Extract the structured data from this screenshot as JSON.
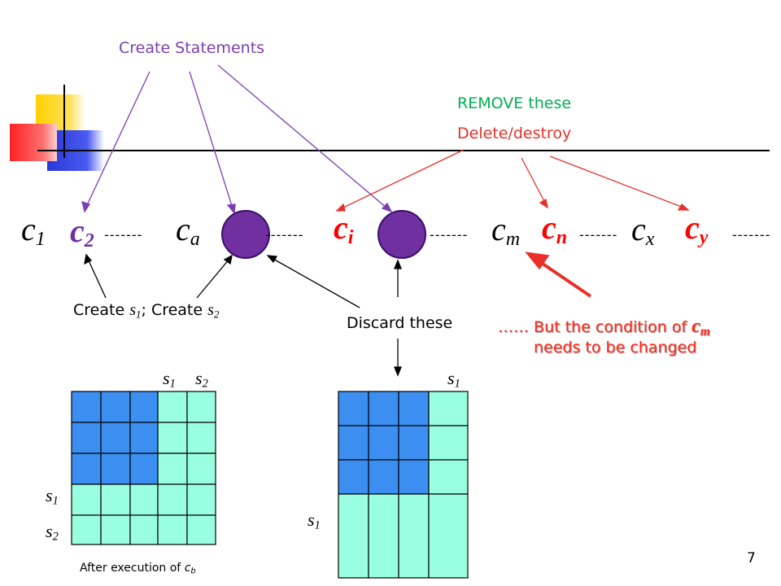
{
  "header_label": "Create Statements",
  "remove_label": "REMOVE these",
  "delete_label": "Delete/destroy",
  "sequence": {
    "c1": {
      "base": "c",
      "sub": "1"
    },
    "c2": {
      "base": "c",
      "sub": "2"
    },
    "ca": {
      "base": "c",
      "sub": "a"
    },
    "ci": {
      "base": "c",
      "sub": "i"
    },
    "cm": {
      "base": "c",
      "sub": "m"
    },
    "cn": {
      "base": "c",
      "sub": "n"
    },
    "cx": {
      "base": "c",
      "sub": "x"
    },
    "cy": {
      "base": "c",
      "sub": "y"
    },
    "dashes": "-------"
  },
  "create_note": {
    "create": "Create",
    "s": "s",
    "one": "1",
    "sep": ";",
    "two": "2"
  },
  "discard_label": "Discard these",
  "condition_note": {
    "line1_prefix": "…… But the condition of",
    "c": "c",
    "m": "m",
    "line2": "needs to be changed"
  },
  "grid_left": {
    "col_labels": [
      {
        "s": "s",
        "sub": "1"
      },
      {
        "s": "s",
        "sub": "2"
      }
    ],
    "row_labels": [
      {
        "s": "s",
        "sub": "1"
      },
      {
        "s": "s",
        "sub": "2"
      }
    ],
    "caption_prefix": "After execution of",
    "caption_c": "c",
    "caption_sub": "b"
  },
  "grid_right": {
    "col_label": {
      "s": "s",
      "sub": "1"
    },
    "row_label": {
      "s": "s",
      "sub": "1"
    }
  },
  "page_number": "7",
  "colors": {
    "purple": "#7030a0",
    "green": "#00b050",
    "red": "#ff0000",
    "blue_cell": "#3c8ff0",
    "aqua_cell": "#99ffe0",
    "title_purple": "#7b3fb2"
  }
}
